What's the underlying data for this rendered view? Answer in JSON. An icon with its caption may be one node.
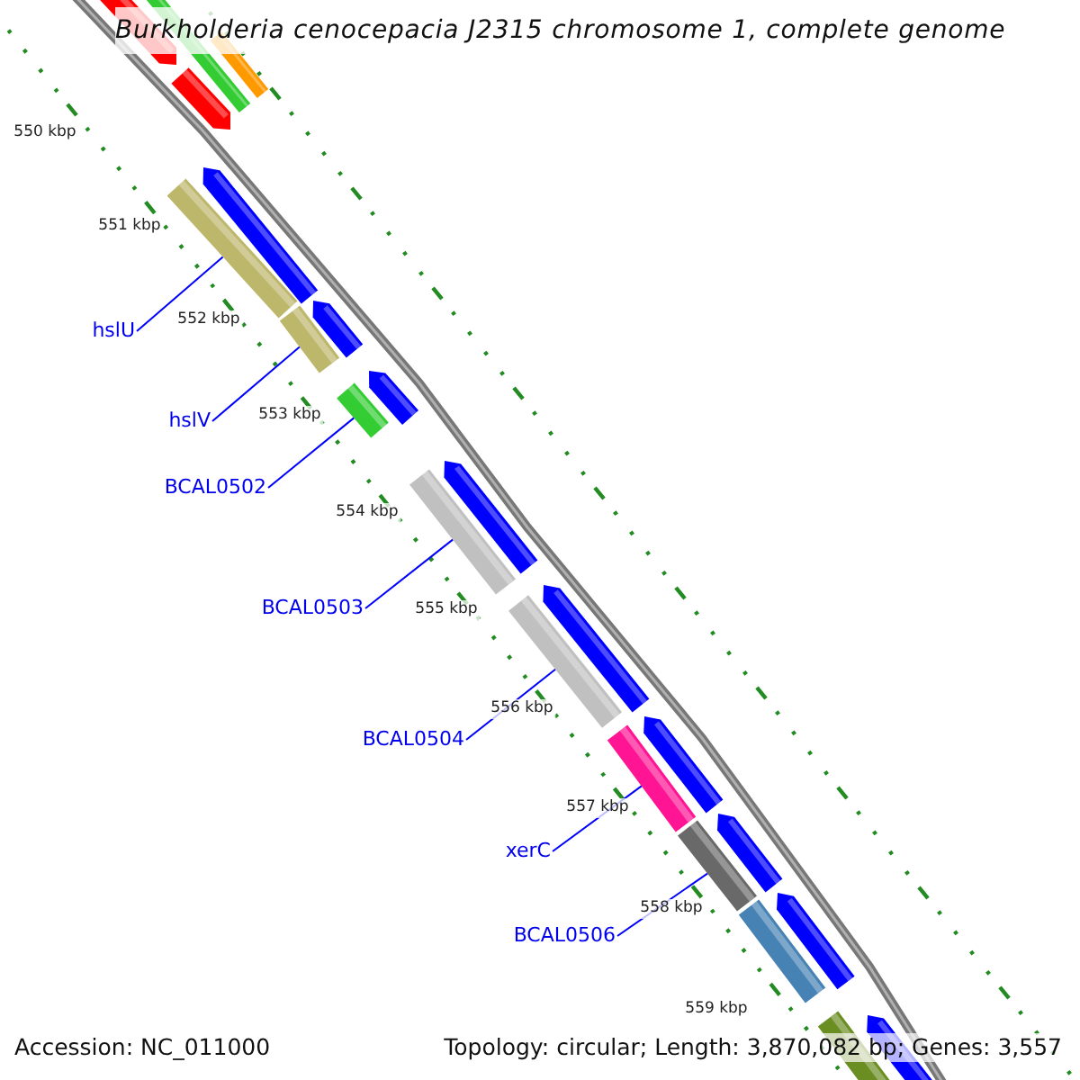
{
  "diagram": {
    "title": "Burkholderia cenocepacia J2315 chromosome 1, complete genome",
    "nodes": [
      {
        "text": [
          "hslU"
        ]
      },
      {
        "text": [
          "hslV"
        ]
      },
      {
        "text": [
          "BCAL0502"
        ]
      },
      {
        "text": [
          "BCAL0503"
        ]
      },
      {
        "text": [
          "BCAL0504"
        ]
      },
      {
        "text": [
          "xerC"
        ]
      },
      {
        "text": [
          "BCAL0506"
        ]
      },
      {
        "text": [],
        "shape": "bar"
      },
      {
        "text": [],
        "shape": "bar"
      },
      {
        "text": [],
        "shape": "bar"
      },
      {
        "text": [],
        "shape": "bar"
      },
      {
        "text": [],
        "shape": "bar"
      },
      {
        "text": [],
        "shape": "bar"
      },
      {
        "text": [],
        "shape": "bar"
      }
    ],
    "edges": [
      {
        "from": 0,
        "to": 7,
        "arrow": "none"
      },
      {
        "from": 1,
        "to": 8,
        "arrow": "none"
      },
      {
        "from": 2,
        "to": 9,
        "arrow": "none"
      },
      {
        "from": 3,
        "to": 10,
        "arrow": "none"
      },
      {
        "from": 4,
        "to": 11,
        "arrow": "none"
      },
      {
        "from": 5,
        "to": 12,
        "arrow": "none"
      },
      {
        "from": 6,
        "to": 13,
        "arrow": "none"
      }
    ],
    "labels": [
      "550 kbp",
      "551 kbp",
      "552 kbp",
      "553 kbp",
      "554 kbp",
      "555 kbp",
      "556 kbp",
      "557 kbp",
      "558 kbp",
      "559 kbp",
      "Accession: NC_011000",
      "Topology: circular; Length: 3,870,082 bp; Genes: 3,557"
    ]
  }
}
